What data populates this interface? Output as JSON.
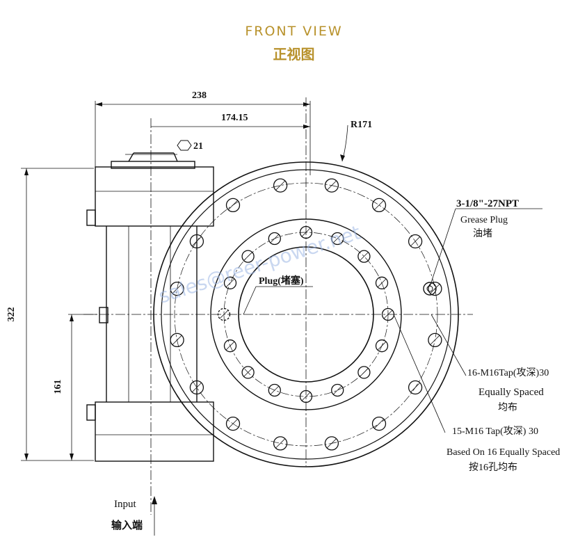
{
  "title": {
    "en": "FRONT VIEW",
    "cn": "正视图"
  },
  "dimensions": {
    "d238": "238",
    "d174": "174.15",
    "d21": "21",
    "d322": "322",
    "d161": "161",
    "radius": "R171"
  },
  "annotations": {
    "grease_size": "3-1/8\"-27NPT",
    "grease_en": "Grease Plug",
    "grease_cn": "油堵",
    "plug": "Plug(堵塞)",
    "tap16_line1": "16-M16Tap(攻深)30",
    "tap16_line2": "Equally Spaced",
    "tap16_line3": "均布",
    "tap15_line1": "15-M16 Tap(攻深) 30",
    "tap15_line2": "Based On 16 Equally Spaced",
    "tap15_line3": "按16孔均布",
    "input_en": "Input",
    "input_cn": "输入端"
  },
  "watermark": "sales@reer-power.net",
  "colors": {
    "title": "#b8922c",
    "line": "#111111",
    "watermark": "#9db7e4"
  }
}
